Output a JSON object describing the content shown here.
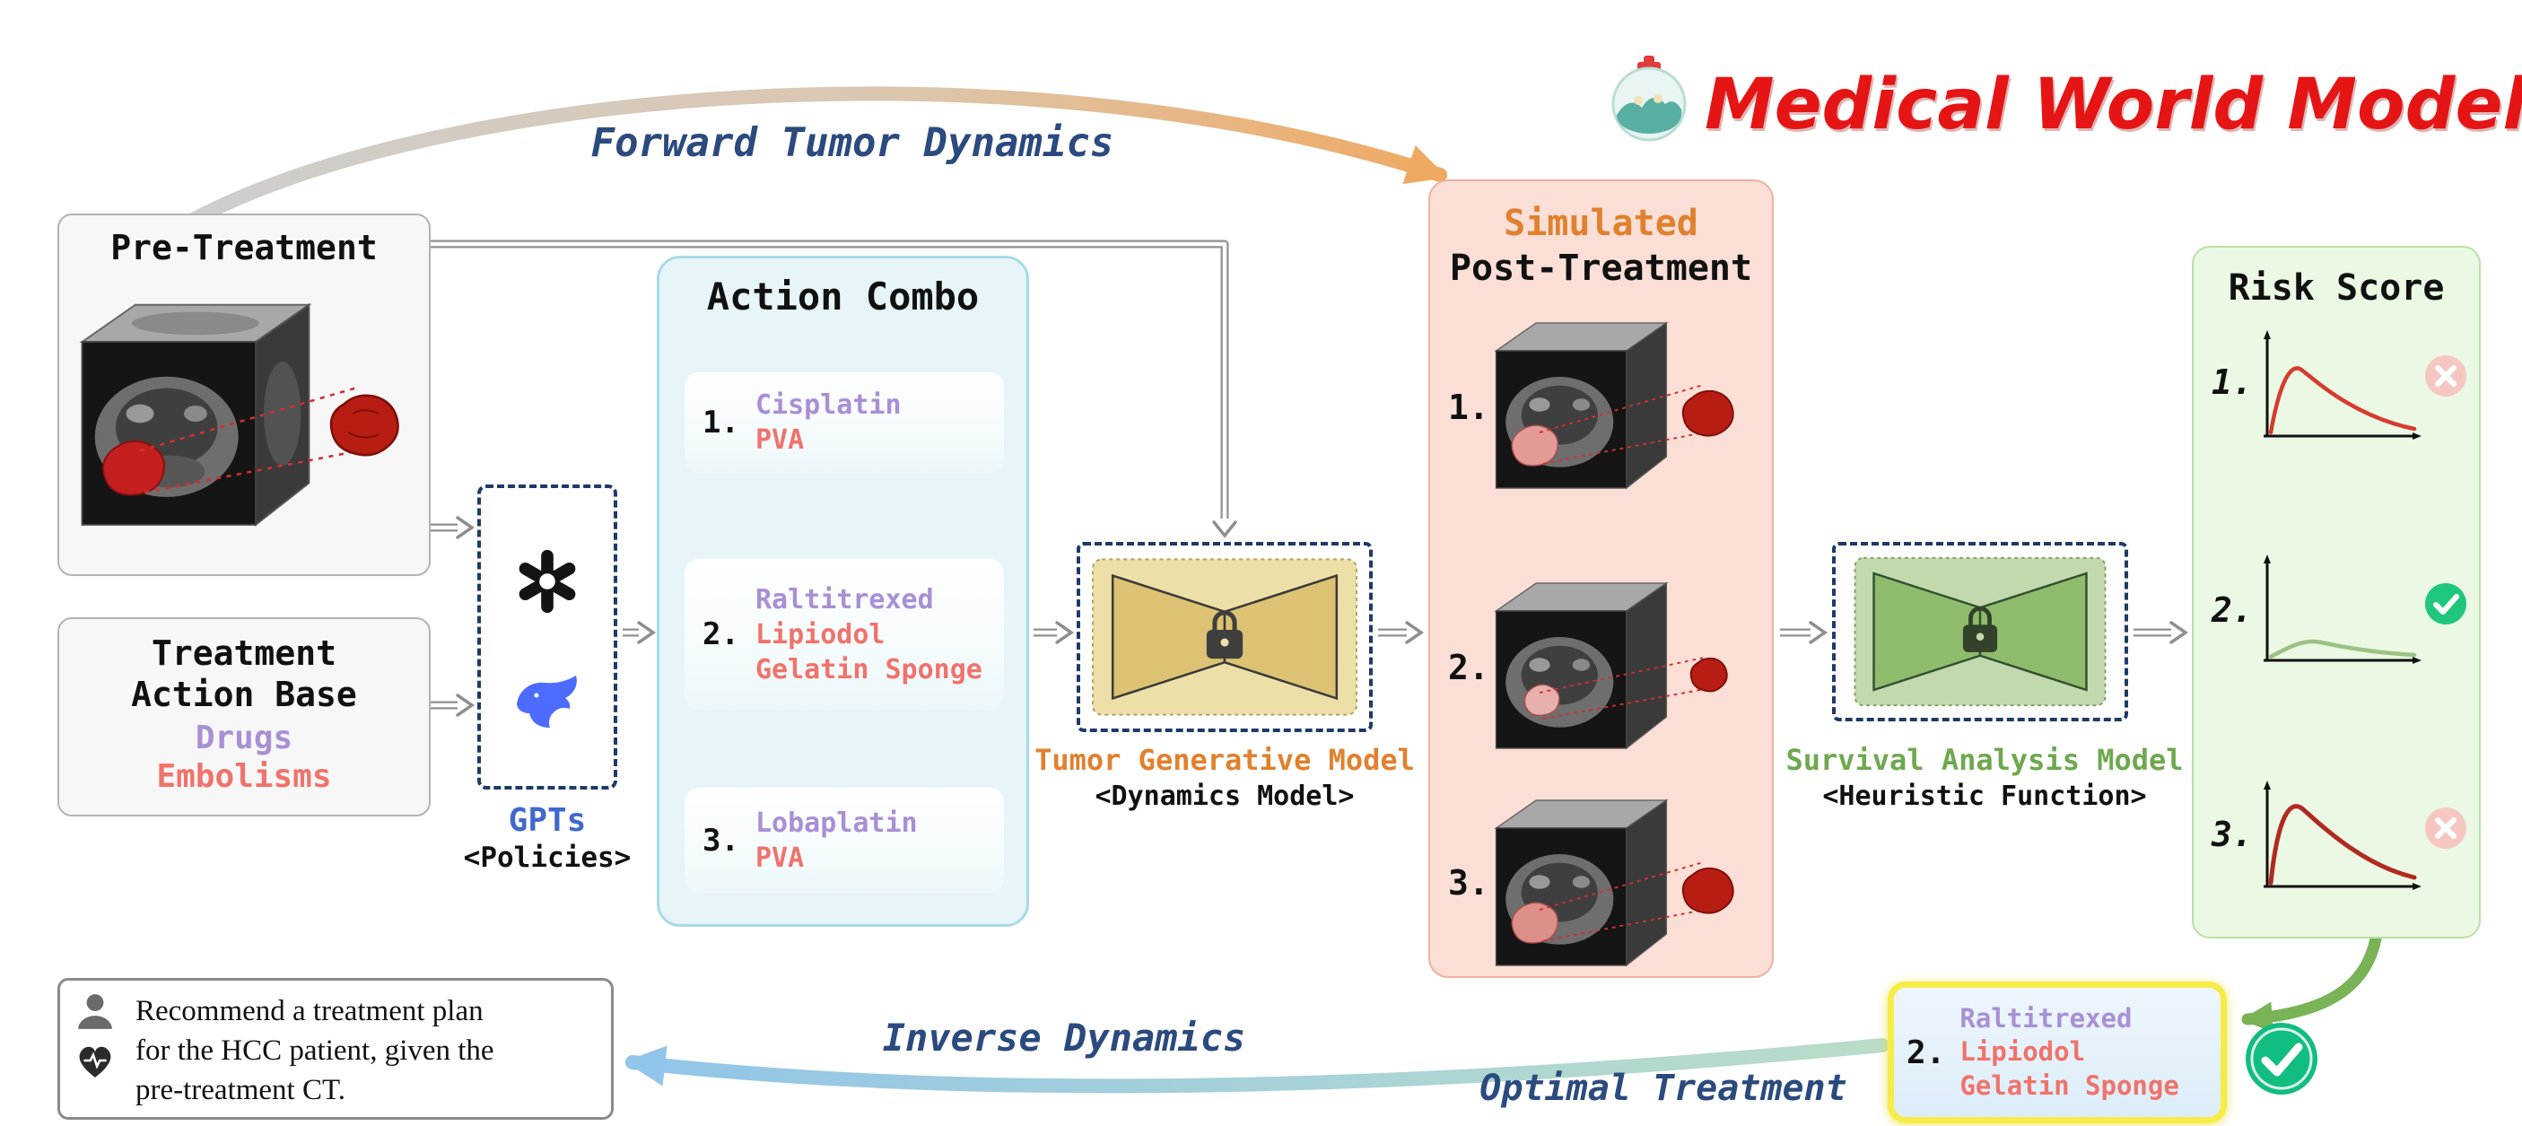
{
  "header": {
    "title": "Medical World Model",
    "forward_label": "Forward Tumor Dynamics"
  },
  "pre_treatment": {
    "title": "Pre-Treatment"
  },
  "action_base": {
    "title_line1": "Treatment",
    "title_line2": "Action Base",
    "drugs": "Drugs",
    "embolisms": "Embolisms"
  },
  "gpts": {
    "label": "GPTs",
    "role": "<Policies>"
  },
  "action_combo": {
    "title": "Action Combo",
    "items": [
      {
        "num": "1.",
        "lines": [
          "Cisplatin",
          "PVA"
        ]
      },
      {
        "num": "2.",
        "lines": [
          "Raltitrexed",
          "Lipiodol",
          "Gelatin Sponge"
        ]
      },
      {
        "num": "3.",
        "lines": [
          "Lobaplatin",
          "PVA"
        ]
      }
    ]
  },
  "tumor_model": {
    "label": "Tumor Generative Model",
    "sub": "<Dynamics Model>"
  },
  "simulated": {
    "title_line1": "Simulated",
    "title_line2": "Post-Treatment",
    "items": [
      "1.",
      "2.",
      "3."
    ]
  },
  "survival_model": {
    "label": "Survival Analysis Model",
    "sub": "<Heuristic Function>"
  },
  "risk_score": {
    "title": "Risk Score",
    "items": [
      {
        "num": "1.",
        "outcome": "fail"
      },
      {
        "num": "2.",
        "outcome": "pass"
      },
      {
        "num": "3.",
        "outcome": "fail"
      }
    ]
  },
  "prompt": {
    "lines": [
      "Recommend a treatment plan",
      "for the HCC patient, given the",
      "pre-treatment CT."
    ]
  },
  "inverse_label": "Inverse Dynamics",
  "optimal_label": "Optimal Treatment",
  "optimal": {
    "num": "2.",
    "lines": [
      "Raltitrexed",
      "Lipiodol",
      "Gelatin Sponge"
    ]
  },
  "colors": {
    "drug_purple": "#a98fd4",
    "embolism_red": "#f0736b",
    "orange": "#e0812e",
    "green": "#6fa84e",
    "navy": "#2b4a7e",
    "title_red": "#e51515",
    "pass_green": "#12bd80",
    "fail_pink": "#f6c7c1"
  }
}
